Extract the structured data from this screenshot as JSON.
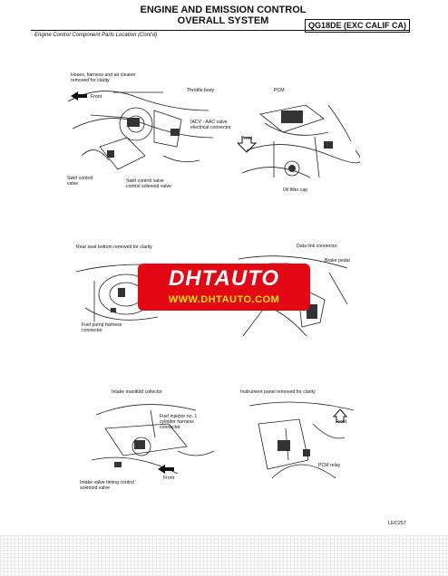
{
  "header": {
    "title_line1": "ENGINE AND EMISSION CONTROL",
    "title_line2": "OVERALL SYSTEM",
    "model_code": "QG18DE (EXC CALIF CA)",
    "subtitle": "Engine Control Component Parts Location (Cont'd)"
  },
  "panels": {
    "p1": {
      "note": "Hoses, harness and air cleaner\nremoved for clarity",
      "front": "Front",
      "throttle_body": "Throttle body",
      "iacv": "IACV - AAC valve\nelectrical connector",
      "swirl_valve": "Swirl control\nvalve",
      "swirl_solenoid": "Swirl control valve\ncontrol solenoid valve"
    },
    "p2": {
      "pcm": "PCM",
      "front": "Front",
      "oil_cap": "Oil filler cap"
    },
    "p3": {
      "note": "Rear seat bottom removed for clarity",
      "fuel_pump": "Fuel pump harness\nconnector"
    },
    "p4": {
      "dlc": "Data link connector",
      "brake": "Brake pedal"
    },
    "p5": {
      "collector": "Intake manifold collector",
      "injector": "Fuel injector no. 1\ncylinder harness\nconnector",
      "front": "Front",
      "ivtc": "Intake valve timing control\nsolenoid valve"
    },
    "p6": {
      "note": "Instrument panel removed for clarity",
      "front": "Front",
      "pcm_relay": "PCM relay"
    }
  },
  "watermark": {
    "logo": "DHTAUTO",
    "url": "WWW.DHTAUTO.COM",
    "bg_color": "#e30613",
    "url_color": "#ffe400"
  },
  "footer": {
    "figure_code": "LEC257"
  }
}
